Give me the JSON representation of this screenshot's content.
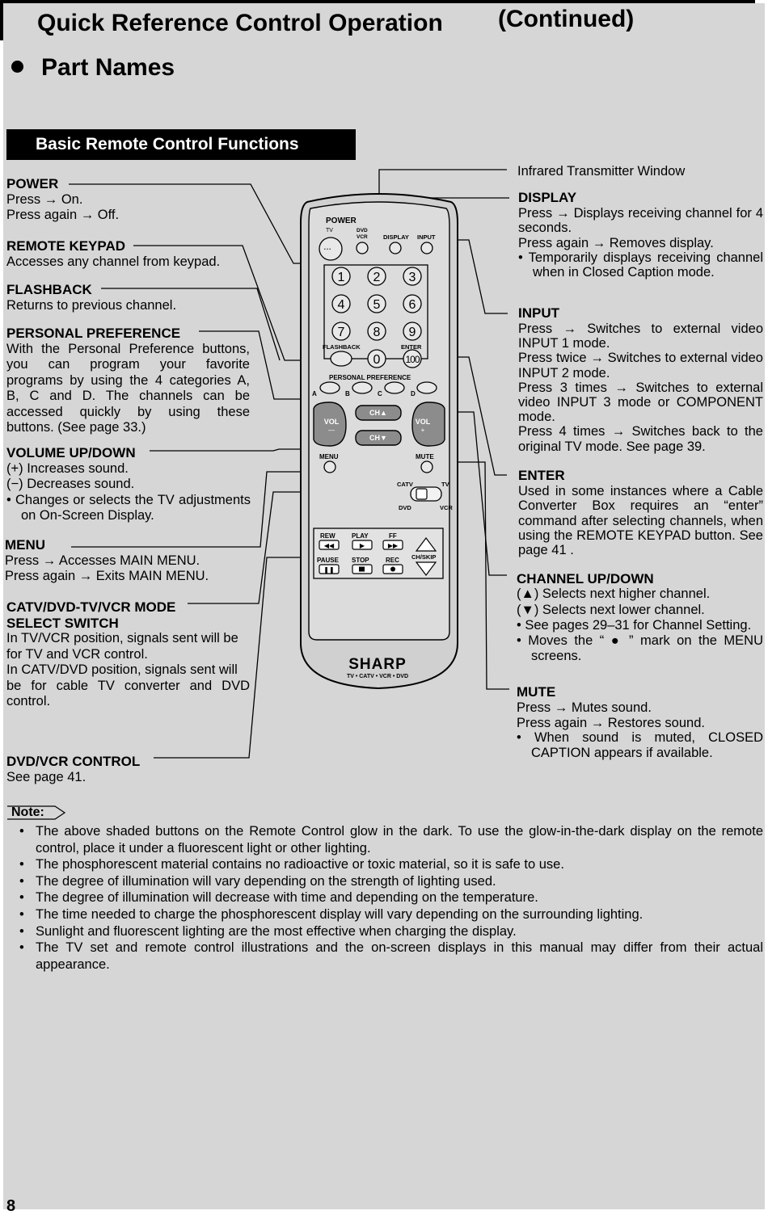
{
  "header": {
    "title": "Quick Reference Control Operation",
    "title_suffix": "(Continued)"
  },
  "subheading": "Part Names",
  "section_title": "Basic Remote Control Functions",
  "left": {
    "power": {
      "title": "POWER",
      "lines": [
        "Press → On.",
        "Press again → Off."
      ]
    },
    "keypad": {
      "title": "REMOTE KEYPAD",
      "lines": [
        "Accesses any channel from keypad."
      ]
    },
    "flashback": {
      "title": "FLASHBACK",
      "lines": [
        "Returns to previous channel."
      ]
    },
    "personal": {
      "title": "PERSONAL PREFERENCE",
      "lines": [
        "With the Personal Preference buttons,",
        "you can program your favorite",
        "programs by using the 4 categories A,",
        "B, C and D. The channels can be",
        "accessed quickly by using these",
        "buttons. (See page 33.)"
      ]
    },
    "volume": {
      "title": "VOLUME UP/DOWN",
      "lines": [
        "(+) Increases sound.",
        "(−) Decreases sound."
      ],
      "bullet": "•  Changes or selects the TV adjustments on On-Screen Display."
    },
    "menu": {
      "title": "MENU",
      "lines": [
        "Press → Accesses MAIN MENU.",
        "Press again → Exits MAIN MENU."
      ]
    },
    "mode": {
      "title_line1": "CATV/DVD-TV/VCR MODE",
      "title_line2": "SELECT SWITCH",
      "lines": [
        "In TV/VCR position, signals sent will be",
        "for TV and VCR control.",
        "In CATV/DVD position, signals sent will",
        "be for cable TV converter and DVD",
        "control."
      ]
    },
    "dvd": {
      "title": "DVD/VCR CONTROL",
      "lines": [
        "See page 41."
      ]
    }
  },
  "right": {
    "infrared": "Infrared Transmitter Window",
    "display": {
      "title": "DISPLAY",
      "text1": "Press → Displays receiving channel for 4 seconds.",
      "text2": "Press again → Removes display.",
      "bullet": "•  Temporarily displays receiving channel when in Closed Caption mode."
    },
    "input": {
      "title": "INPUT",
      "text1": "Press → Switches to external video INPUT 1 mode.",
      "text2": "Press twice → Switches to external video INPUT 2 mode.",
      "text3": "Press 3 times → Switches to external video INPUT 3 mode or COMPONENT mode.",
      "text4": "Press 4 times → Switches back to the original TV mode. See page 39."
    },
    "enter": {
      "title": "ENTER",
      "text": "Used in some instances where a Cable Converter Box requires an “enter” command after selecting channels, when using the REMOTE KEYPAD button. See page 41 ."
    },
    "channel": {
      "title": "CHANNEL UP/DOWN",
      "line1": "(▲) Selects next higher channel.",
      "line2": "(▼) Selects next lower channel.",
      "bullet1": "•  See pages 29–31 for Channel Setting.",
      "bullet2": "•  Moves the “ ● ” mark on the MENU screens."
    },
    "mute": {
      "title": "MUTE",
      "line1": "Press → Mutes sound.",
      "line2": "Press again → Restores sound.",
      "bullet": "•  When sound is muted, CLOSED CAPTION appears if available."
    }
  },
  "remote": {
    "power": "POWER",
    "tv": "TV",
    "dvd": "DVD",
    "vcr": "VCR",
    "display": "DISPLAY",
    "input": "INPUT",
    "keys": [
      "1",
      "2",
      "3",
      "4",
      "5",
      "6",
      "7",
      "8",
      "9"
    ],
    "zero": "0",
    "hundred": "100",
    "flashback": "FLASHBACK",
    "enter": "ENTER",
    "personal": "PERSONAL PREFERENCE",
    "pp": [
      "A",
      "B",
      "C",
      "D"
    ],
    "ch_up": "CH▲",
    "ch_down": "CH▼",
    "vol": "VOL",
    "vol_minus": "—",
    "vol_plus": "+",
    "menu": "MENU",
    "mute": "MUTE",
    "catv": "CATV",
    "sw_tv": "TV",
    "sw_dvd": "DVD",
    "sw_vcr": "VCR",
    "rew": "REW",
    "play": "PLAY",
    "ff": "FF",
    "pause": "PAUSE",
    "stop": "STOP",
    "rec": "REC",
    "chskip": "CH/SKIP",
    "brand": "SHARP",
    "tagline": "TV • CATV • VCR • DVD"
  },
  "note": {
    "label": "Note:",
    "items": [
      "The above shaded buttons on the Remote Control glow in the dark. To use the glow-in-the-dark display on the remote control, place it under a fluorescent light or other lighting.",
      "The phosphorescent material contains no radioactive or toxic material, so it is safe to use.",
      "The degree of illumination will vary depending on the strength of lighting used.",
      "The degree of illumination will decrease with time and depending on the temperature.",
      "The time needed to charge the phosphorescent display will vary depending on the surrounding lighting.",
      "Sunlight and fluorescent lighting are the most effective when charging the display.",
      "The TV set and remote control illustrations and the on-screen displays in this manual may differ from their actual appearance."
    ]
  },
  "page_number": "8"
}
